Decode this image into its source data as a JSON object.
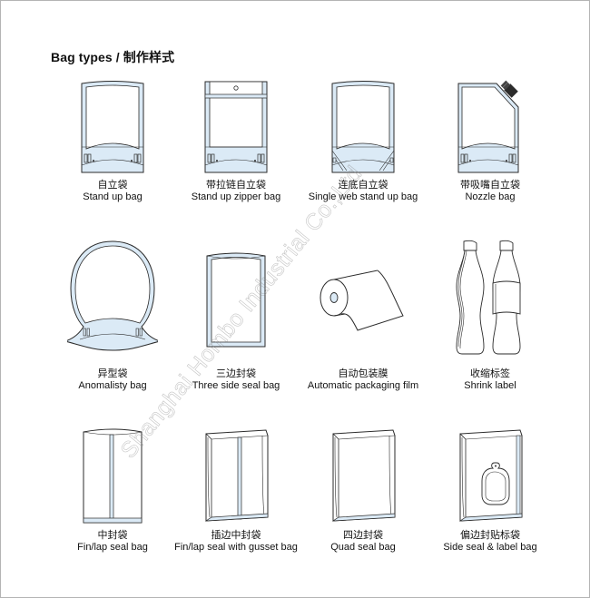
{
  "header": {
    "title_en": "Bag types / ",
    "title_zh": "制作样式"
  },
  "watermark": "Shanghai Hombo Industrial Co.,Ltd",
  "colors": {
    "outline": "#2b2b2b",
    "seal_fill": "#dbeaf6",
    "frame_border": "#b4b4b4",
    "watermark": "#9a9a9a"
  },
  "bags": [
    {
      "zh": "自立袋",
      "en": "Stand up bag",
      "icon": "stand-up-bag-icon"
    },
    {
      "zh": "带拉链自立袋",
      "en": "Stand up zipper bag",
      "icon": "stand-up-zipper-bag-icon"
    },
    {
      "zh": "连底自立袋",
      "en": "Single web stand up bag",
      "icon": "single-web-stand-up-bag-icon"
    },
    {
      "zh": "带吸嘴自立袋",
      "en": "Nozzle bag",
      "icon": "nozzle-bag-icon"
    },
    {
      "zh": "异型袋",
      "en": "Anomalisty bag",
      "icon": "shaped-bag-icon"
    },
    {
      "zh": "三边封袋",
      "en": "Three side seal bag",
      "icon": "three-side-seal-bag-icon"
    },
    {
      "zh": "自动包装膜",
      "en": "Automatic packaging film",
      "icon": "film-roll-icon"
    },
    {
      "zh": "收缩标签",
      "en": "Shrink label",
      "icon": "shrink-label-bottles-icon"
    },
    {
      "zh": "中封袋",
      "en": "Fin/lap seal bag",
      "icon": "fin-seal-bag-icon"
    },
    {
      "zh": "插边中封袋",
      "en": "Fin/lap seal with gusset bag",
      "icon": "gusset-fin-seal-bag-icon"
    },
    {
      "zh": "四边封袋",
      "en": "Quad seal bag",
      "icon": "quad-seal-bag-icon"
    },
    {
      "zh": "偏边封贴标袋",
      "en": "Side seal & label bag",
      "icon": "side-seal-label-bag-icon"
    }
  ]
}
